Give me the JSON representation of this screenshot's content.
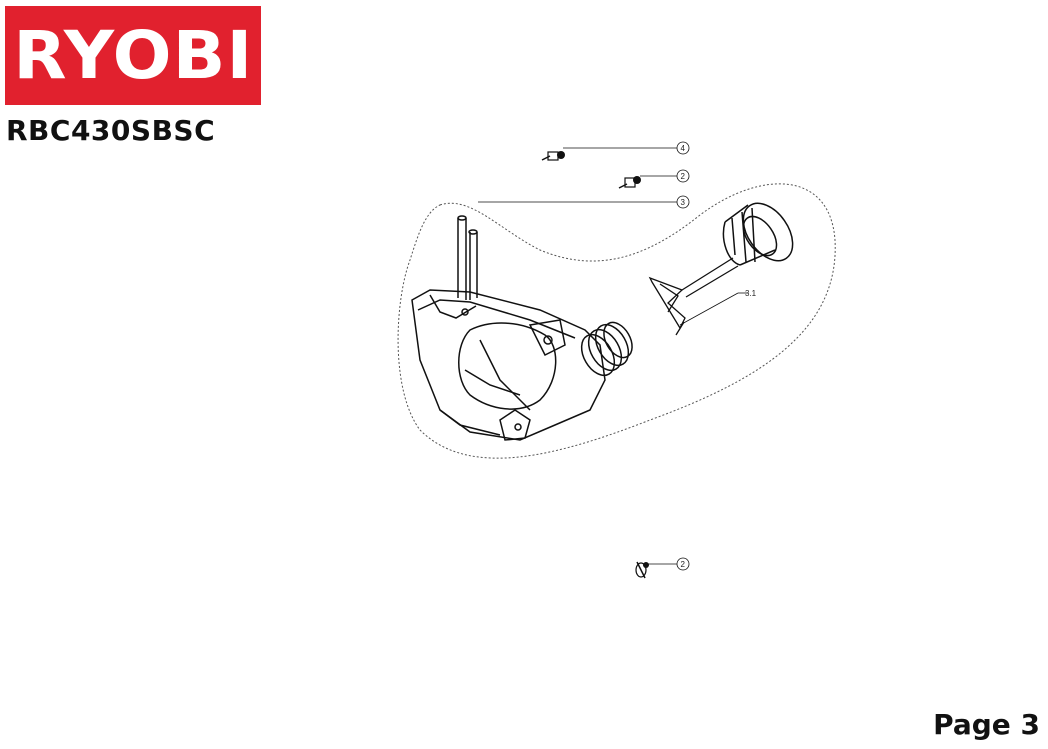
{
  "brand": {
    "logo_text": "RYOBI",
    "logo_color": "#e1212e"
  },
  "model": "RBC430SBSC",
  "page": "Page 3",
  "callouts": [
    {
      "id": "callout-4",
      "label": "4"
    },
    {
      "id": "callout-2a",
      "label": "2"
    },
    {
      "id": "callout-3",
      "label": "3"
    },
    {
      "id": "callout-3-1",
      "label": "3.1"
    },
    {
      "id": "callout-2b",
      "label": "2"
    }
  ],
  "icons": [
    "screw-icon",
    "fuel-tank-icon",
    "fuel-cap-icon",
    "fuel-filter-icon"
  ]
}
